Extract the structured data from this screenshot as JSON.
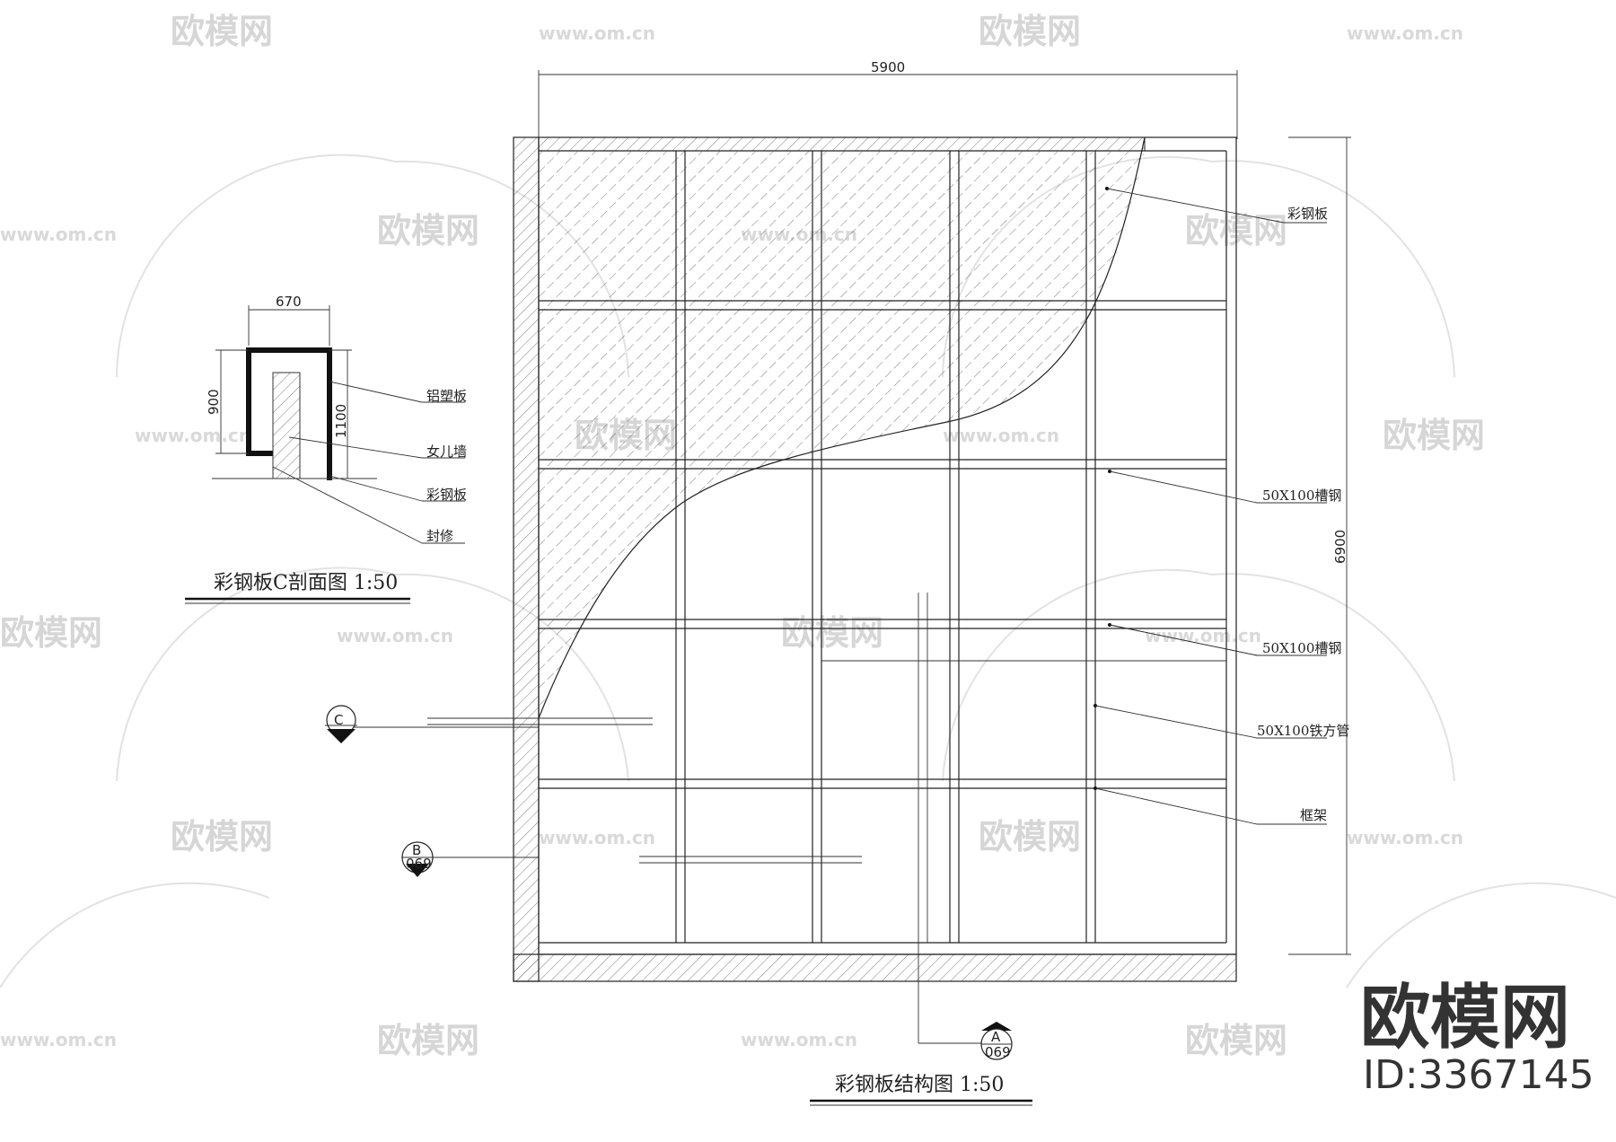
{
  "watermark": {
    "brand": "欧模网",
    "url": "www.om.cn"
  },
  "brand_badge": {
    "name": "欧模网",
    "id": "ID:3367145"
  },
  "section_c": {
    "title": "彩钢板C剖面图  1:50",
    "dim_width": "670",
    "dim_left": "900",
    "dim_right": "1100",
    "labels": [
      "铝塑板",
      "女儿墙",
      "彩钢板",
      "封修"
    ]
  },
  "structure": {
    "title": "彩钢板结构图   1:50",
    "dim_width": "5900",
    "dim_height": "6900",
    "labels": [
      "彩钢板",
      "50X100槽钢",
      "50X100槽钢",
      "50X100铁方管",
      "框架"
    ],
    "markers": [
      {
        "letter": "C",
        "number": ""
      },
      {
        "letter": "B",
        "number": "069"
      },
      {
        "letter": "A",
        "number": "069"
      }
    ]
  }
}
